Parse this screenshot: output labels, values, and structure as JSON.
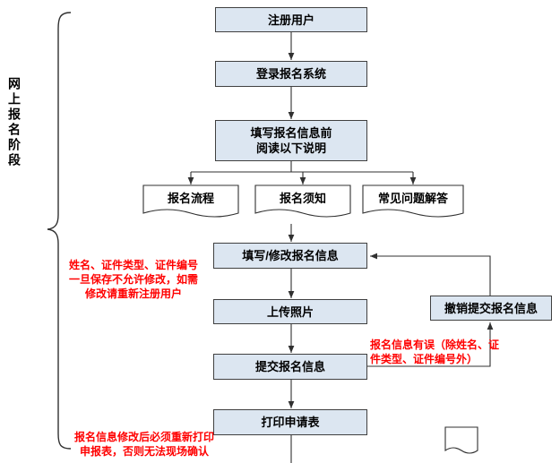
{
  "meta": {
    "colors": {
      "bg": "#ffffff",
      "box-fill": "#dce6f1",
      "box-border": "#404040",
      "line": "#303030",
      "note-red": "#ff0000",
      "text": "#000000"
    }
  },
  "stage_label": "网上报名阶段",
  "nodes": {
    "register": "注册用户",
    "login": "登录报名系统",
    "read_instructions": "填写报名信息前\n阅读以下说明",
    "doc_process": "报名流程",
    "doc_notice": "报名须知",
    "doc_faq": "常见问题解答",
    "fill_modify": "填写/修改报名信息",
    "upload_photo": "上传照片",
    "submit": "提交报名信息",
    "print_form": "打印申请表",
    "cancel_submit": "撤销提交报名信息"
  },
  "annotations": {
    "left_note": "姓名、证件类型、证件编号\n一旦保存不允许修改，如需\n修改请重新注册用户",
    "right_note": "报名信息有误（除姓名、证\n件类型、证件编号外）",
    "bottom_note": "报名信息修改后必须重新打印\n申报表，否则无法现场确认"
  }
}
